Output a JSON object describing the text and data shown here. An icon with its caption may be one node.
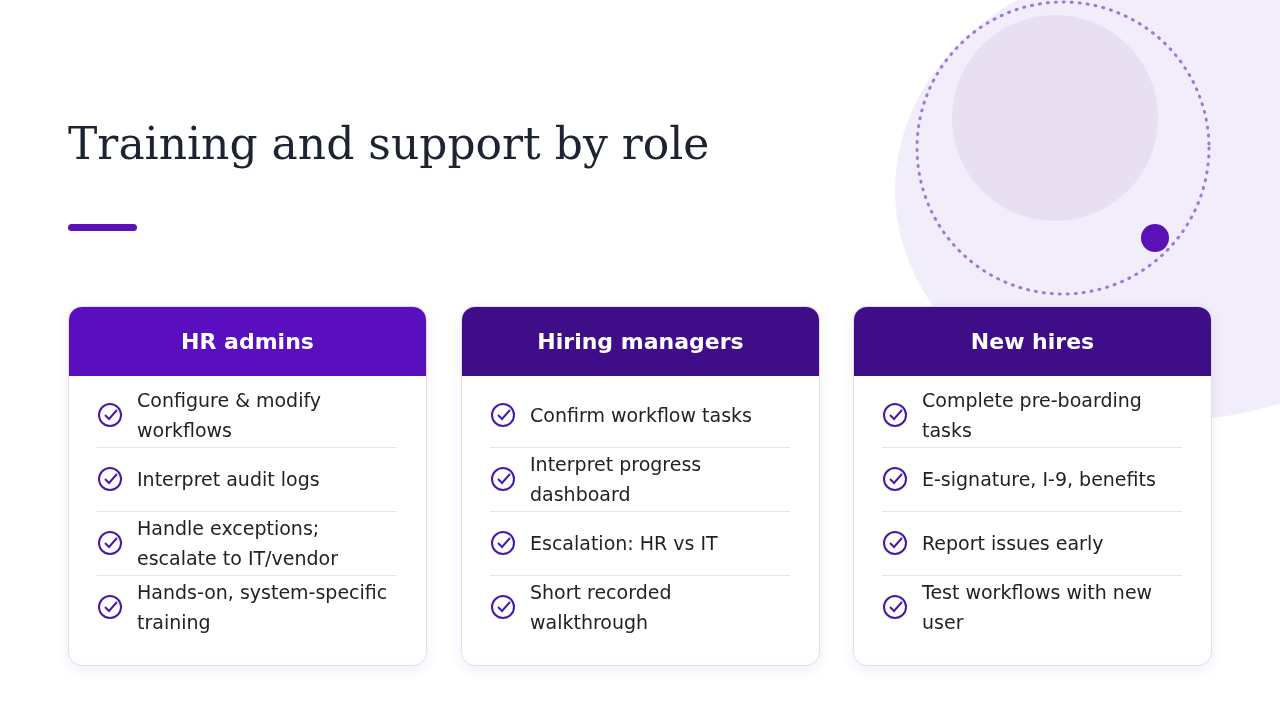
{
  "diagram": {
    "title": "Training and support by role",
    "nodes": [
      {
        "text": [
          "HR admins",
          "Configure & modify workflows",
          "Interpret audit logs",
          "Handle exceptions; escalate to IT/vendor",
          "Hands-on, system-specific training"
        ]
      },
      {
        "text": [
          "Hiring managers",
          "Confirm workflow tasks",
          "Interpret progress dashboard",
          "Escalation: HR vs IT",
          "Short recorded walkthrough"
        ]
      },
      {
        "text": [
          "New hires",
          "Complete pre-boarding tasks",
          "E-signature, I-9, benefits",
          "Report issues early",
          "Test workflows with new user"
        ]
      }
    ],
    "edges": []
  }
}
